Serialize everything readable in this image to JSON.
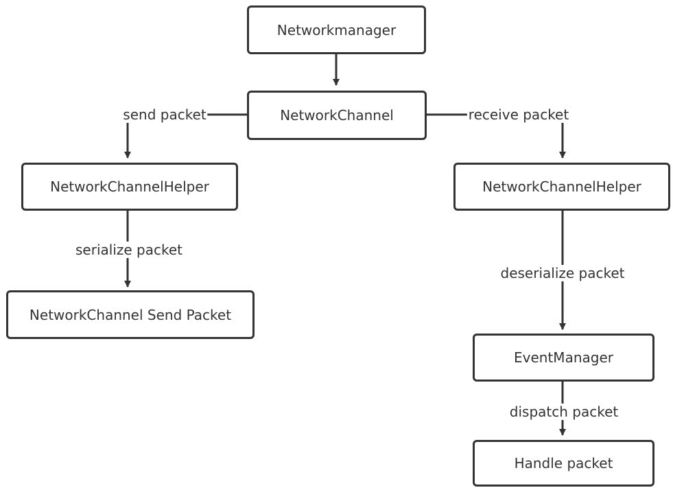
{
  "nodes": {
    "network_manager": "Networkmanager",
    "network_channel": "NetworkChannel",
    "helper_left": "NetworkChannelHelper",
    "send_packet": "NetworkChannel Send Packet",
    "helper_right": "NetworkChannelHelper",
    "event_manager": "EventManager",
    "handle_packet": "Handle packet"
  },
  "edges": {
    "send": "send packet",
    "receive": "receive packet",
    "serialize": "serialize packet",
    "deserialize": "deserialize packet",
    "dispatch": "dispatch packet"
  },
  "colors": {
    "stroke": "#333333",
    "background": "#ffffff"
  }
}
